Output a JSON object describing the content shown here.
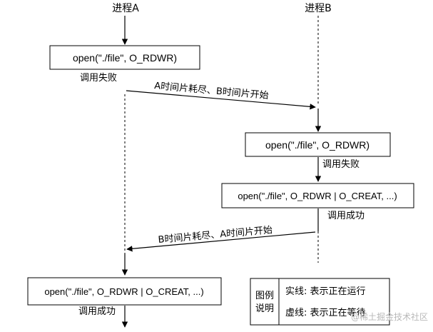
{
  "processes": {
    "a": "进程A",
    "b": "进程B"
  },
  "boxes": {
    "a_first_open": "open(\"./file\", O_RDWR)",
    "b_first_open": "open(\"./file\", O_RDWR)",
    "b_second_open": "open(\"./file\", O_RDWR | O_CREAT, ...)",
    "a_second_open": "open(\"./file\", O_RDWR | O_CREAT, ...)"
  },
  "labels": {
    "a_call_failed": "调用失败",
    "switch_a_to_b": "A时间片耗尽、B时间片开始",
    "b_call_failed": "调用失败",
    "b_call_success": "调用成功",
    "switch_b_to_a": "B时间片耗尽、A时间片开始",
    "a_call_success": "调用成功"
  },
  "legend": {
    "title_line1": "图例",
    "title_line2": "说明",
    "solid": "实线: 表示正在运行",
    "dashed": "虚线: 表示正在等待"
  },
  "watermark": "@稀土掘金技术社区"
}
